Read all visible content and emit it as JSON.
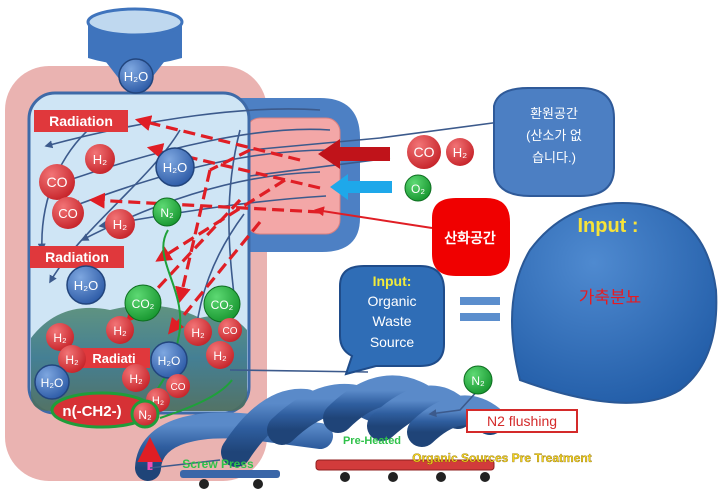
{
  "diagram": {
    "labels": {
      "radiation_top": "Radiation",
      "radiation_mid": "Radiation",
      "radiation_low": "Radiati",
      "reduction_zone": [
        "환원공간",
        "(산소가 없",
        "습니다.)"
      ],
      "oxidation_zone": "산화공간",
      "input_title": "Input :",
      "input_value": "가축분뇨",
      "input_small": [
        "Input:",
        "Organic",
        "Waste",
        "Source"
      ],
      "n2_flushing": "N2 flushing",
      "screw_press": "Screw Press",
      "pre_heated": "Pre-Heated",
      "pretreatment": "Organic Sources Pre Treatment",
      "polymer": "n(-CH2-)",
      "equals": "="
    },
    "molecules": {
      "h2o": "H₂O",
      "h2": "H₂",
      "co": "CO",
      "co2": "CO₂",
      "n2": "N₂",
      "o2": "O₂"
    },
    "colors": {
      "outer_wall": "#eab3b1",
      "inner_chamber": "#cfe5f5",
      "blue_node": "#3d6fb8",
      "red_node": "#d8383c",
      "green_node": "#24b145",
      "input_bubble": "#2f6db6",
      "oxid_label": "#f00000"
    }
  }
}
